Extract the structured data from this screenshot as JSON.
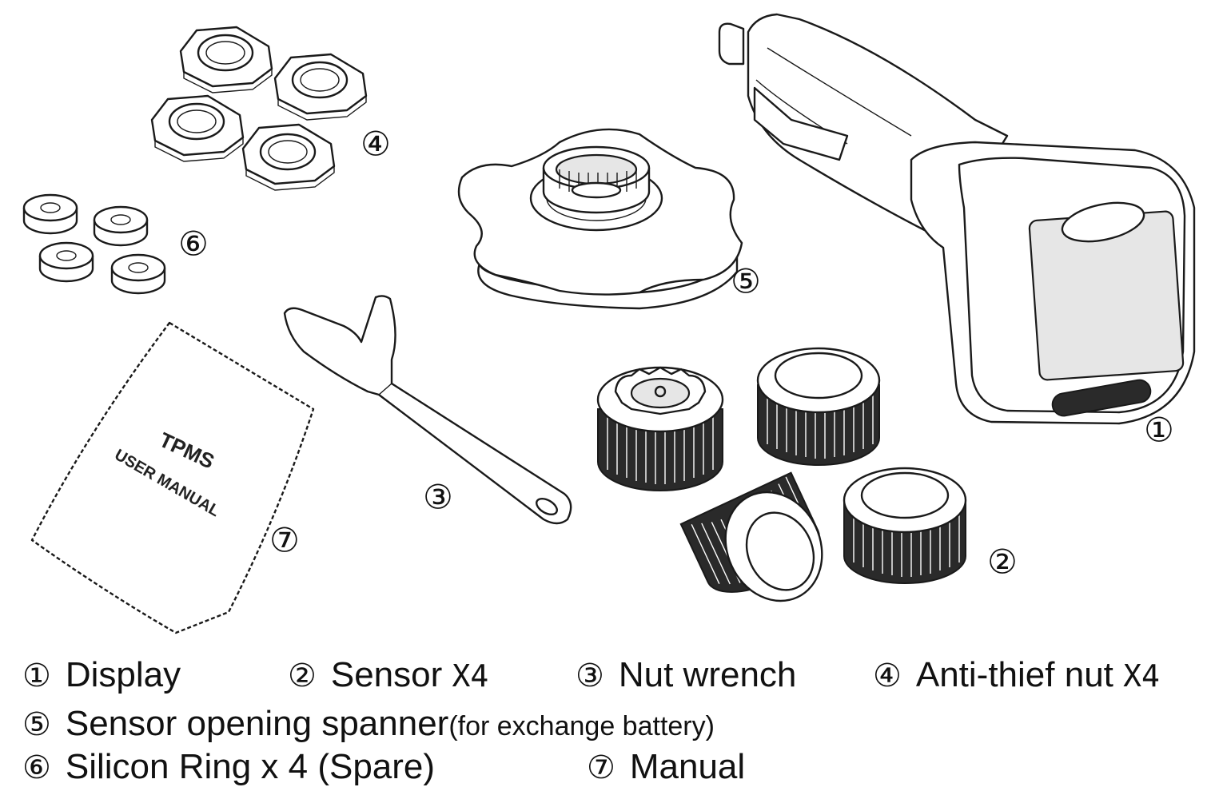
{
  "callouts": [
    "①",
    "②",
    "③",
    "④",
    "⑤",
    "⑥",
    "⑦"
  ],
  "manual": {
    "title": "TPMS",
    "subtitle": "USER MANUAL"
  },
  "legend": [
    {
      "num": "①",
      "label": "Display"
    },
    {
      "num": "②",
      "label": "Sensor",
      "count": "X4"
    },
    {
      "num": "③",
      "label": "Nut wrench"
    },
    {
      "num": "④",
      "label": "Anti-thief nut",
      "count": "X4"
    },
    {
      "num": "⑤",
      "label": "Sensor opening spanner",
      "note": "(for exchange battery)"
    },
    {
      "num": "⑥",
      "label": "Silicon Ring x 4 (Spare)"
    },
    {
      "num": "⑦",
      "label": "Manual"
    }
  ]
}
